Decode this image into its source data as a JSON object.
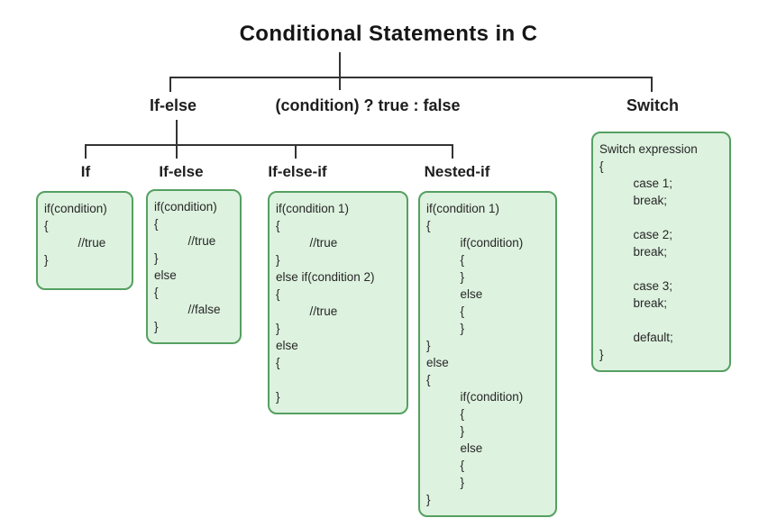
{
  "title": "Conditional Statements in C",
  "colors": {
    "box_fill": "#ddf2df",
    "box_border": "#55a061",
    "line": "#333333",
    "text": "#222222"
  },
  "tree": {
    "level1": [
      "If-else",
      "(condition) ? true : false",
      "Switch"
    ],
    "level2": [
      "If",
      "If-else",
      "If-else-if",
      "Nested-if"
    ]
  },
  "boxes": {
    "if": {
      "code": [
        "if(condition)",
        "{",
        "          //true",
        "}"
      ]
    },
    "if_else": {
      "code": [
        "if(condition)",
        "{",
        "          //true",
        "}",
        "else",
        "{",
        "          //false",
        "}"
      ]
    },
    "if_else_if": {
      "code": [
        "if(condition 1)",
        "{",
        "          //true",
        "}",
        "else if(condition 2)",
        "{",
        "          //true",
        "}",
        "else",
        "{",
        "",
        "}"
      ]
    },
    "nested_if": {
      "code": [
        "if(condition 1)",
        "{",
        "          if(condition)",
        "          {",
        "          }",
        "          else",
        "          {",
        "          }",
        "}",
        "else",
        "{",
        "          if(condition)",
        "          {",
        "          }",
        "          else",
        "          {",
        "          }",
        "}"
      ]
    },
    "switch": {
      "code": [
        "Switch expression",
        "{",
        "          case 1;",
        "          break;",
        "",
        "          case 2;",
        "          break;",
        "",
        "          case 3;",
        "          break;",
        "",
        "          default;",
        "}"
      ]
    }
  }
}
